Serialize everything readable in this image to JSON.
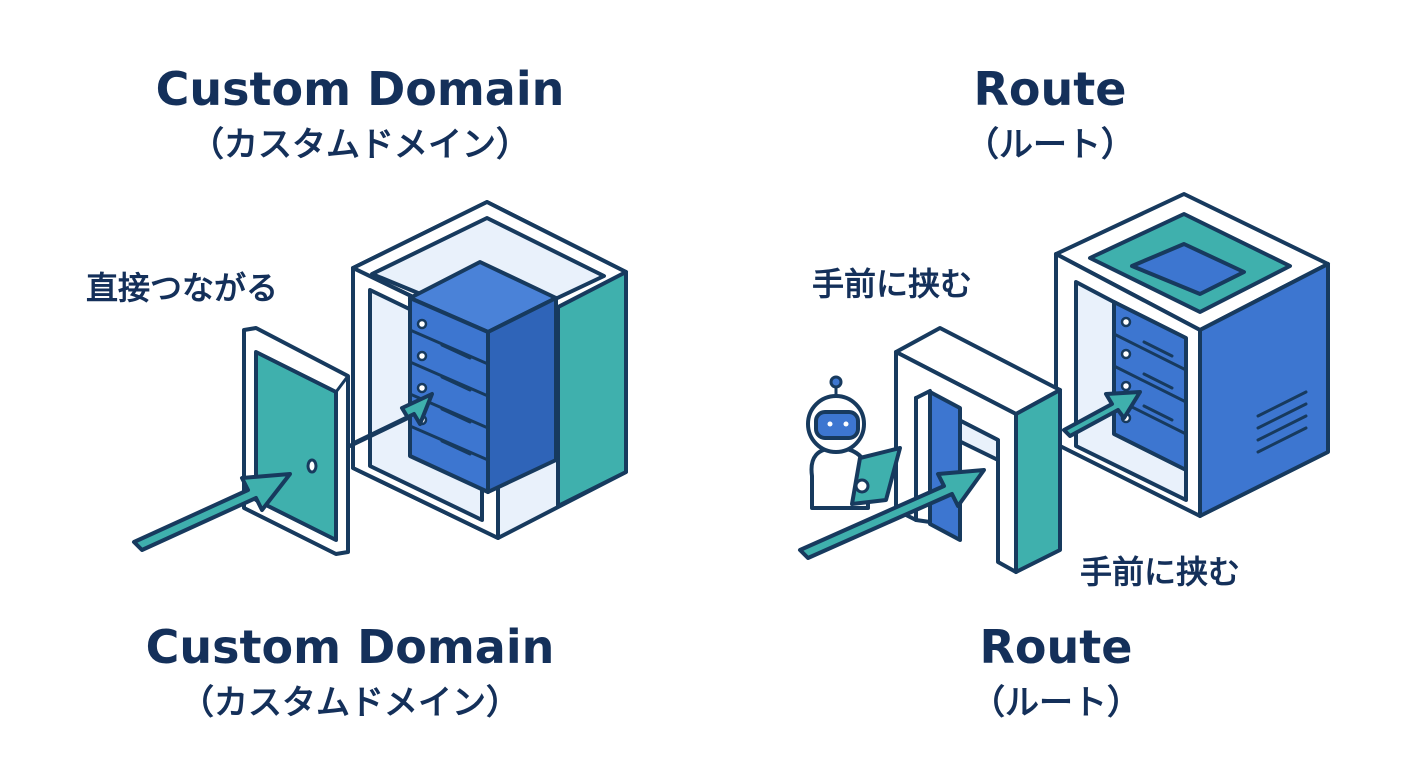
{
  "left": {
    "title": "Custom Domain",
    "subtitle": "（カスタムドメイン）",
    "annotation": "直接つながる",
    "bottom_title": "Custom Domain",
    "bottom_subtitle": "（カスタムドメイン）"
  },
  "right": {
    "title": "Route",
    "subtitle": "（ルート）",
    "annotation_top": "手前に挟む",
    "annotation_bottom": "手前に挟む",
    "bottom_title": "Route",
    "bottom_subtitle": "（ルート）"
  },
  "colors": {
    "navy": "#14305a",
    "outline": "#173a5e",
    "teal": "#3fb0ad",
    "blue": "#3d76d0",
    "pale": "#e9f1fb"
  },
  "icons": [
    "arrow-icon",
    "door-icon",
    "server-rack-icon",
    "gate-icon",
    "robot-icon"
  ]
}
